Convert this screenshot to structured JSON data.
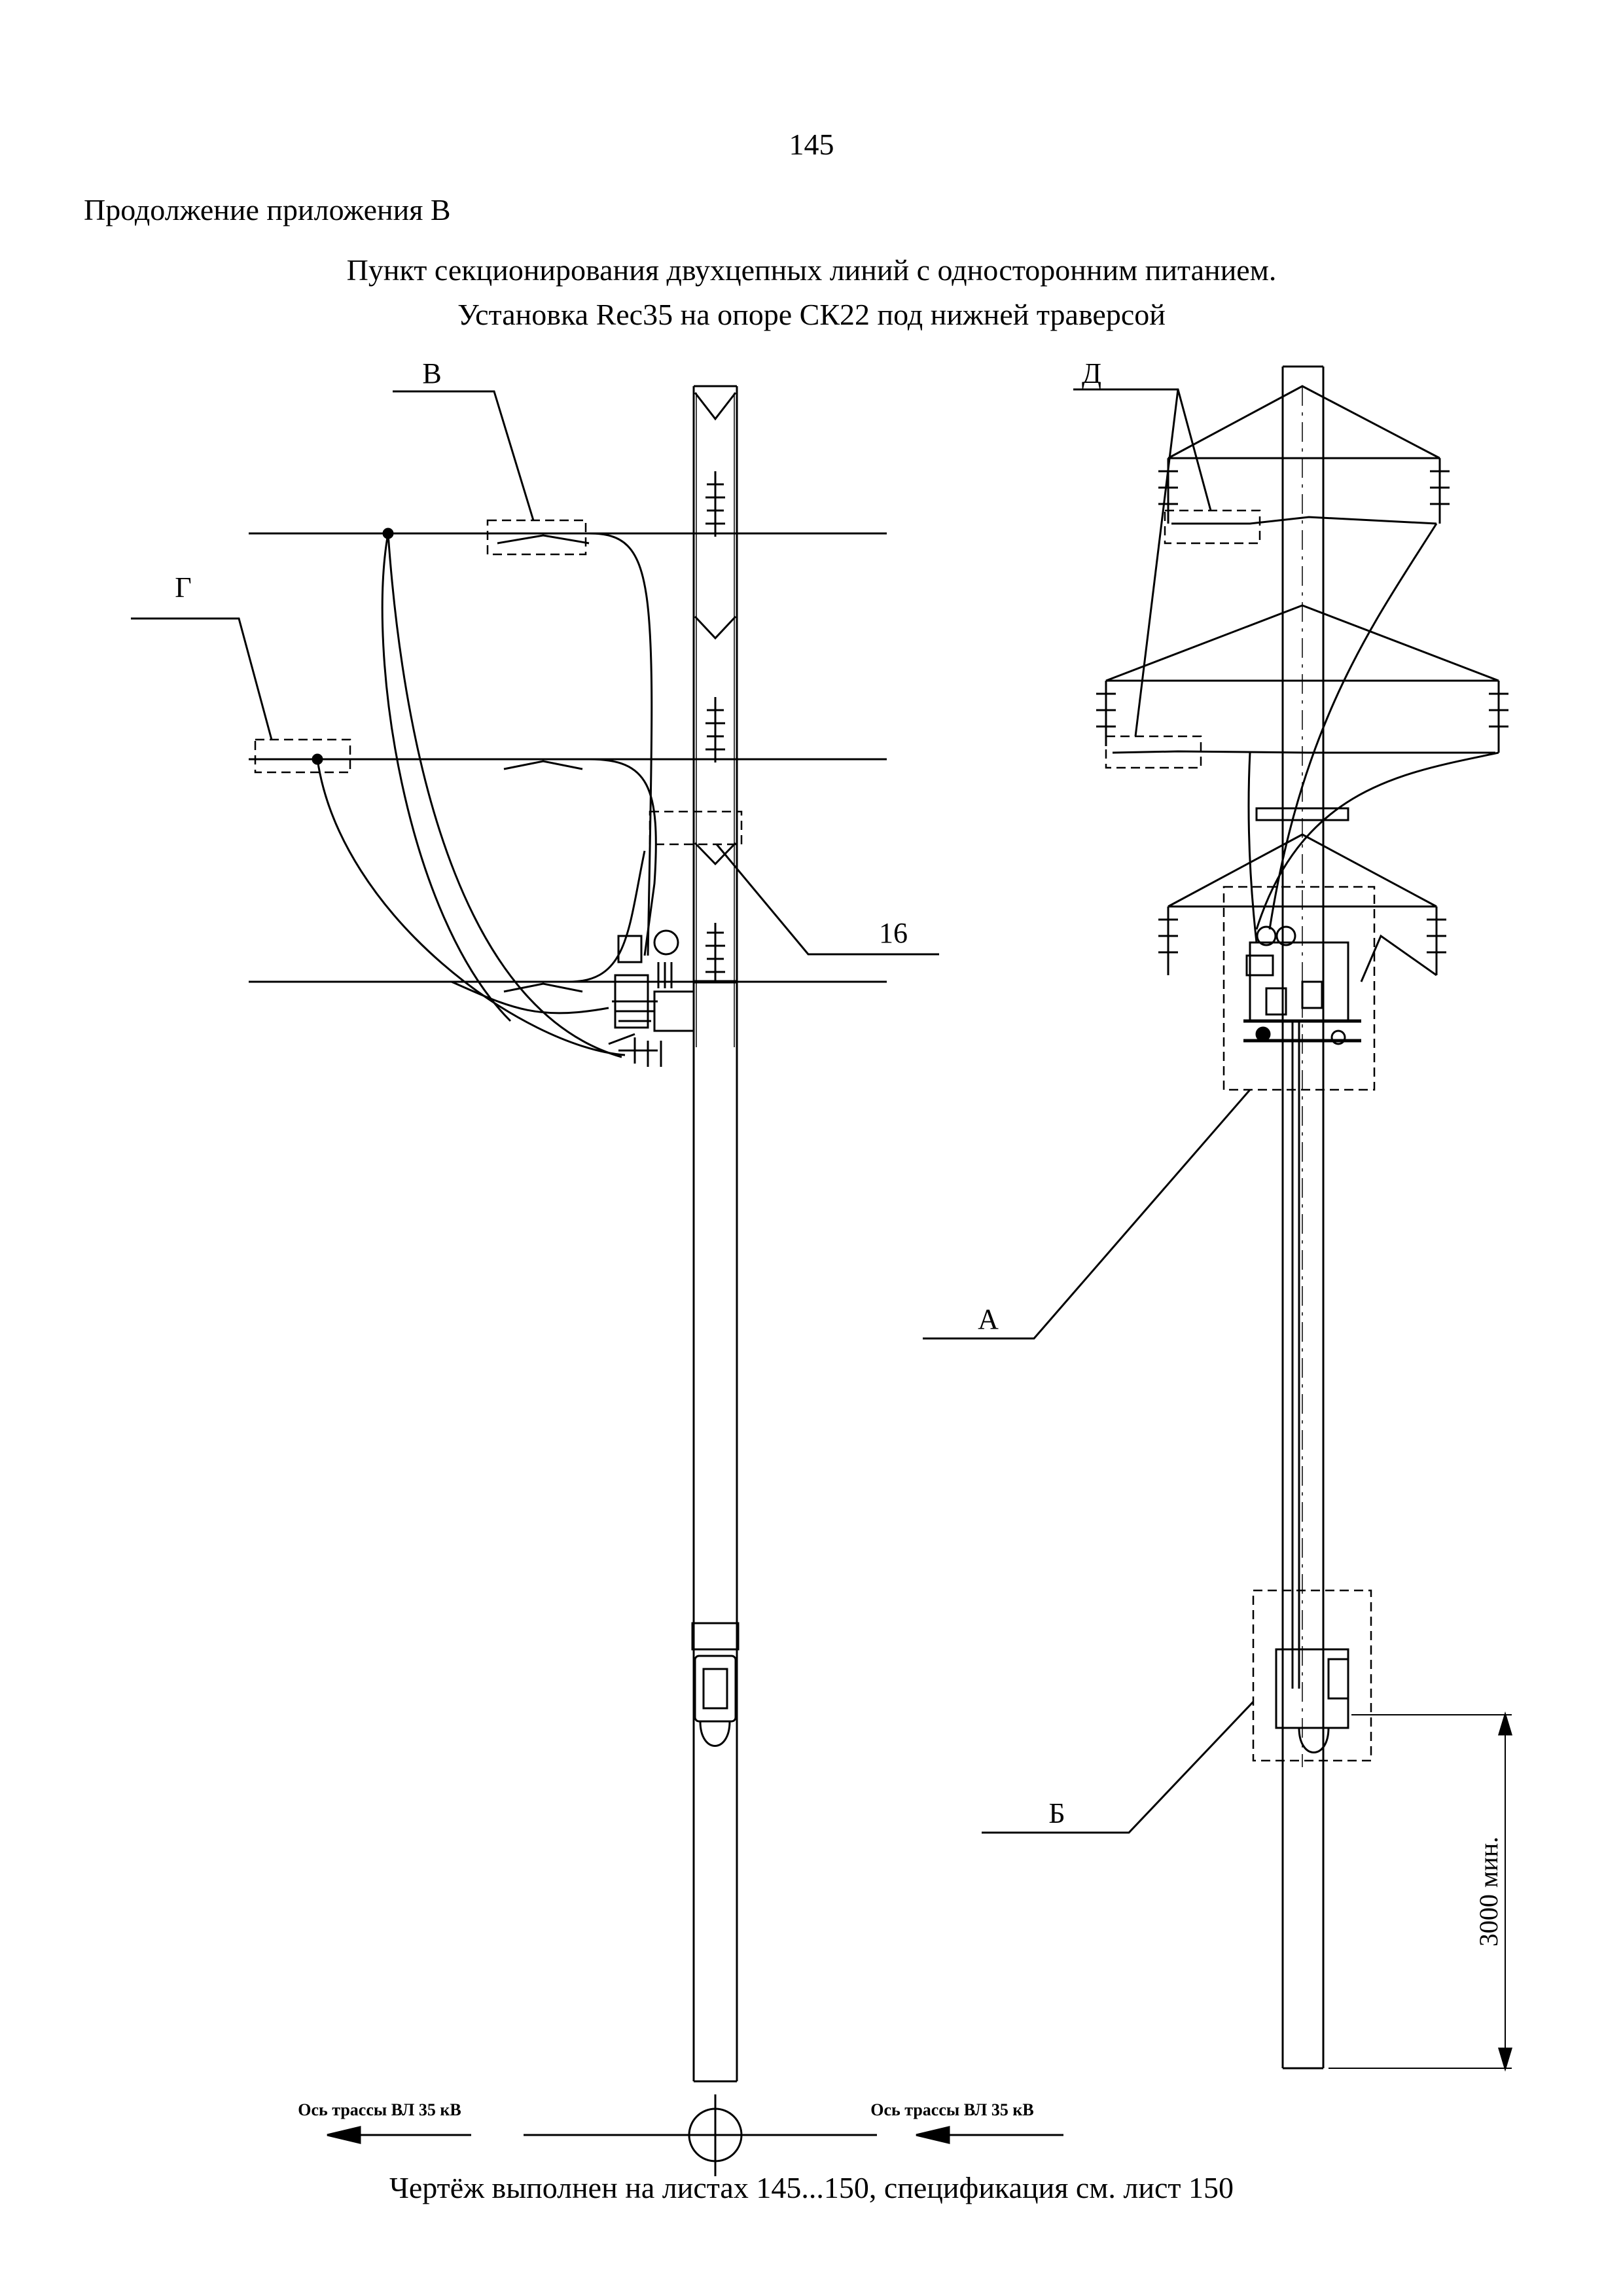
{
  "page": {
    "number": "145",
    "appendix": "Продолжение приложения В",
    "title_line_1": "Пункт секционирования двухцепных линий с односторонним питанием.",
    "title_line_2": "Установка Rec35 на опоре СК22 под нижней траверсой",
    "footer": "Чертёж выполнен на листах 145...150, спецификация см. лист 150"
  },
  "callouts": {
    "v": "В",
    "g": "Г",
    "d": "Д",
    "num16": "16",
    "a": "А",
    "b": "Б"
  },
  "dimension": {
    "height_label": "3000 мин."
  },
  "axis": {
    "left_label": "Ось трассы ВЛ 35 кВ",
    "right_label": "Ось трассы ВЛ 35 кВ"
  }
}
